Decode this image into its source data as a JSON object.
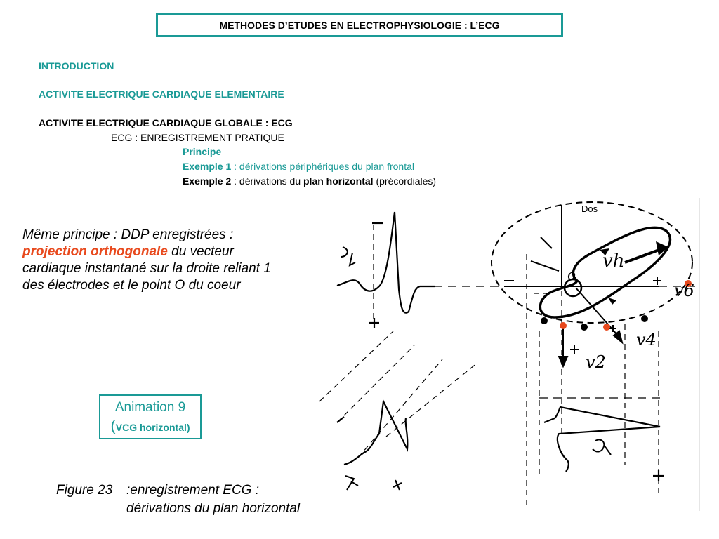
{
  "header": {
    "title": "METHODES D’ETUDES EN ELECTROPHYSIOLOGIE : L’ECG"
  },
  "outline": {
    "intro": "INTRODUCTION",
    "elementaire": "ACTIVITE ELECTRIQUE CARDIAQUE ELEMENTAIRE",
    "globale": "ACTIVITE ELECTRIQUE CARDIAQUE GLOBALE : ECG",
    "pratique": "ECG : ENREGISTREMENT PRATIQUE",
    "principe": "Principe",
    "ex1_label": "Exemple 1",
    "ex1_text": " : dérivations périphériques du plan frontal",
    "ex2_label": "Exemple 2",
    "ex2_text_a": " : dérivations du ",
    "ex2_bold": "plan horizontal",
    "ex2_text_b": " (précordiales)"
  },
  "description": {
    "part1": "Même principe : DDP enregistrées : ",
    "highlight": "projection orthogonale",
    "part2": " du vecteur cardiaque instantané sur la droite reliant 1 des électrodes et le point O du coeur"
  },
  "animation": {
    "title": "Animation 9",
    "paren": "(",
    "subtitle": "VCG horizontal)"
  },
  "caption": {
    "label": "Figure 23",
    "text": " :enregistrement ECG : dérivations du plan horizontal"
  },
  "figure": {
    "dos_label": "Dos",
    "vh_label": "vh",
    "v2_label": "v2",
    "v4_label": "v4",
    "v6_label": "v6",
    "origin_label": "o",
    "colors": {
      "red_electrode": "#e8491d",
      "black_electrode": "#000000",
      "accent": "#1a9a96"
    }
  }
}
